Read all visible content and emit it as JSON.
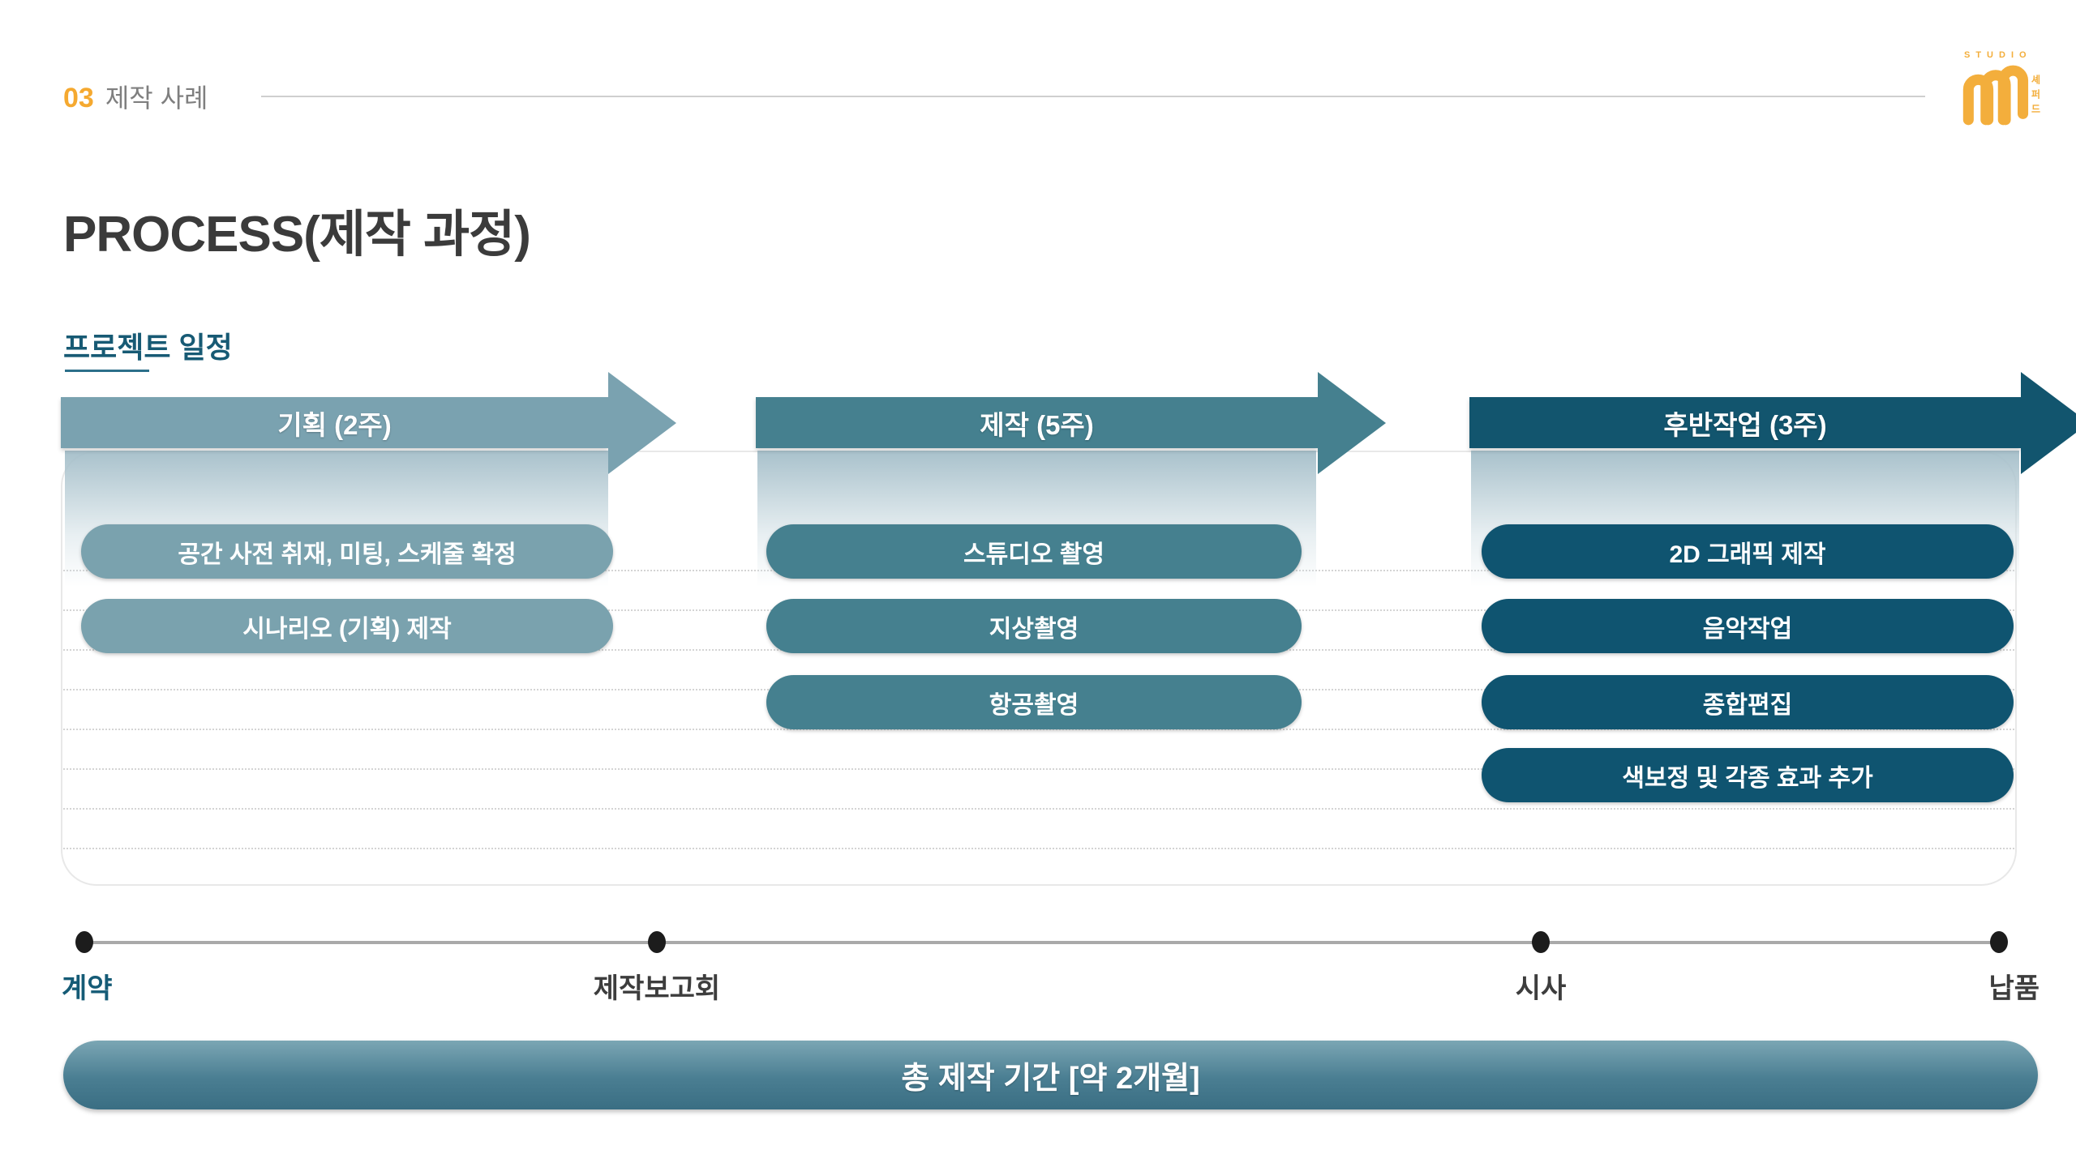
{
  "header": {
    "section_number": "03",
    "section_title": "제작 사례"
  },
  "logo": {
    "studio_text": "STUDIO",
    "name_vertical": "셰퍼드"
  },
  "page_title": "PROCESS(제작 과정)",
  "subtitle": "프로젝트 일정",
  "phases": [
    {
      "label": "기획 (2주)",
      "color": "#7AA2B0",
      "pill_color": "#7AA2AE",
      "tasks": [
        "공간 사전 취재, 미팅, 스케줄 확정",
        "시나리오 (기획) 제작"
      ]
    },
    {
      "label": "제작 (5주)",
      "color": "#45808F",
      "pill_color": "#45808F",
      "tasks": [
        "스튜디오 촬영",
        "지상촬영",
        "항공촬영"
      ]
    },
    {
      "label": "후반작업 (3주)",
      "color": "#12556E",
      "pill_color": "#0F5470",
      "tasks": [
        "2D 그래픽 제작",
        "음악작업",
        "종합편집",
        "색보정 및 각종 효과 추가"
      ]
    }
  ],
  "timeline": {
    "milestones": [
      {
        "label": "계약",
        "highlight": true
      },
      {
        "label": "제작보고회",
        "highlight": false
      },
      {
        "label": "시사",
        "highlight": false
      },
      {
        "label": "납품",
        "highlight": false
      }
    ]
  },
  "total_duration": "총 제작 기간 [약 2개월]",
  "colors": {
    "accent_orange": "#F5A930",
    "teal_dark": "#12556E",
    "teal_mid": "#45808F",
    "teal_light": "#7AA2B0",
    "highlight_text": "#155B76",
    "title_text": "#3B3B3B",
    "header_gray": "#7F7F7F"
  }
}
